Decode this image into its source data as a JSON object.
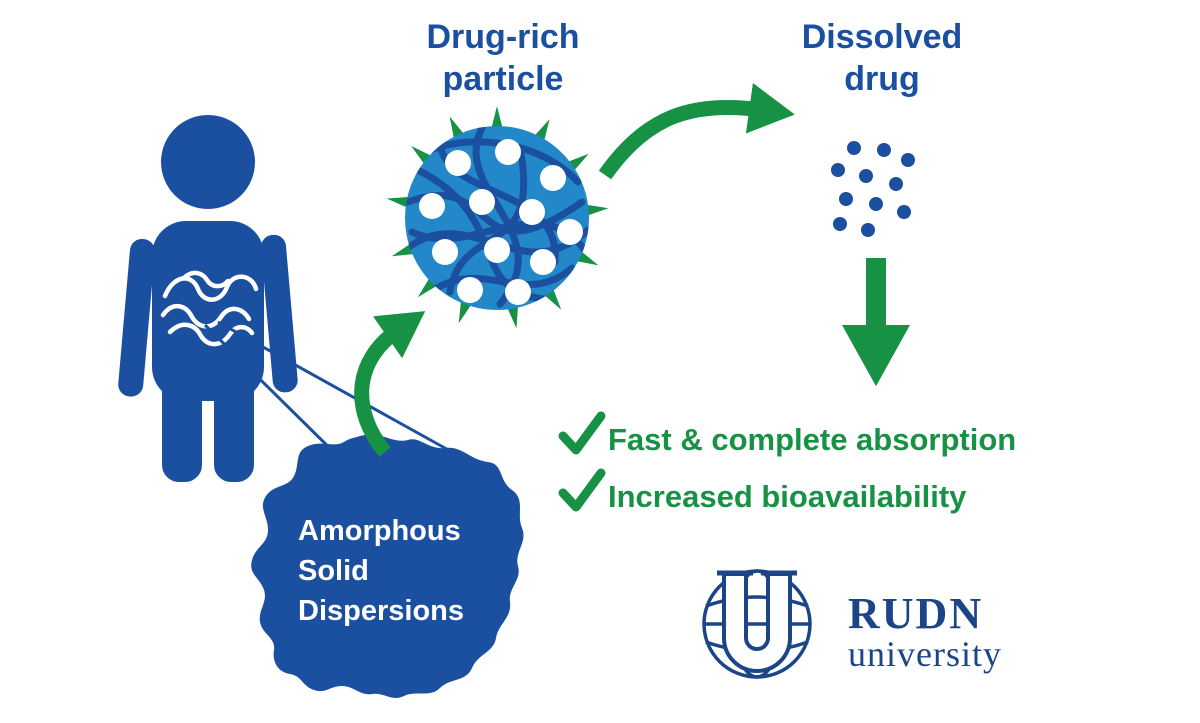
{
  "colors": {
    "blue": "#1b4f9f",
    "particle_blue": "#2288c9",
    "green": "#179245",
    "logo_blue": "#1c4587",
    "white": "#ffffff"
  },
  "labels": {
    "drug_rich_line1": "Drug-rich",
    "drug_rich_line2": "particle",
    "dissolved_line1": "Dissolved",
    "dissolved_line2": "drug",
    "asd_line1": "Amorphous",
    "asd_line2": "Solid",
    "asd_line3": "Dispersions"
  },
  "benefits": [
    {
      "icon": "checkmark-icon",
      "text": "Fast & complete absorption"
    },
    {
      "icon": "checkmark-icon",
      "text": "Increased bioavailability"
    }
  ],
  "icons": {
    "person": "human-figure-icon",
    "intestine": "intestine-icon",
    "arrow_up": "curved-arrow-up-icon",
    "arrow_right": "curved-arrow-right-icon",
    "arrow_down": "arrow-down-icon",
    "globe": "globe-icon",
    "monogram": "u-monogram-icon"
  },
  "logo": {
    "name": "RUDN",
    "subtitle": "university"
  }
}
